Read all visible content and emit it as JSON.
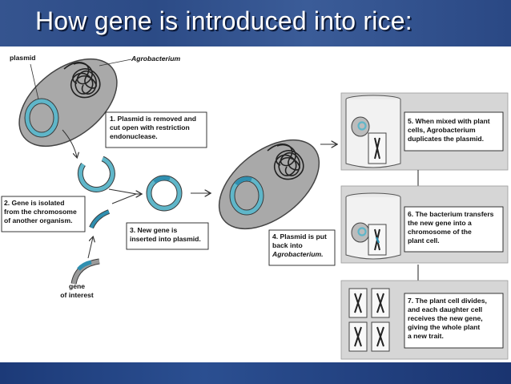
{
  "title": "How gene is introduced into rice:",
  "labels": {
    "plasmid": "plasmid",
    "agrobacterium": "Agrobacterium",
    "gene_of_interest": [
      "gene",
      "of interest"
    ]
  },
  "steps": [
    {
      "lines": [
        "1. Plasmid is removed and",
        "cut open with restriction",
        "endonuclease."
      ]
    },
    {
      "lines": [
        "2. Gene is isolated",
        "from the chromosome",
        "of another organism."
      ]
    },
    {
      "lines": [
        "3. New gene is",
        "inserted into plasmid."
      ]
    },
    {
      "lines": [
        "4. Plasmid is put",
        "back into",
        "Agrobacterium."
      ]
    },
    {
      "lines": [
        "5. When mixed with plant",
        "cells, Agrobacterium",
        "duplicates the plasmid."
      ]
    },
    {
      "lines": [
        "6. The bacterium transfers",
        "the new gene into a",
        "chromosome of the",
        "plant cell."
      ]
    },
    {
      "lines": [
        "7. The plant cell divides,",
        "and each daughter cell",
        "receives the new gene,",
        "giving the whole plant",
        "a new trait."
      ]
    }
  ],
  "colors": {
    "title_text": "#ffffff",
    "plasmid": "#5fb6c9",
    "gene_segment": "#2f8fb0",
    "cell_fill": "#a9a9a9",
    "step_panel": "#d6d6d6"
  }
}
